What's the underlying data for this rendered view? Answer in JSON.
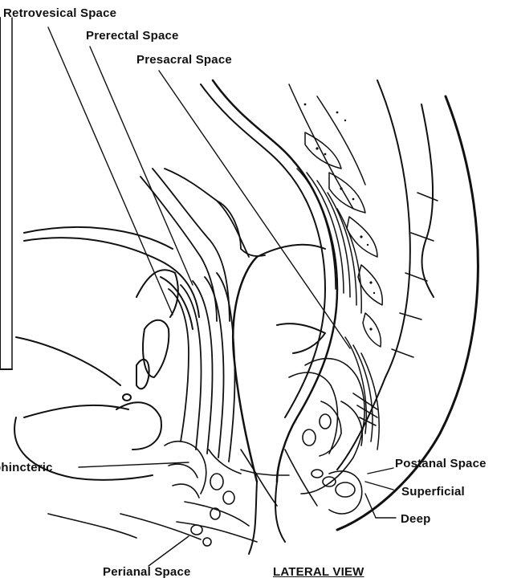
{
  "labels": {
    "retrovesical": "Retrovesical Space",
    "prerectal": "Prerectal Space",
    "presacral": "Presacral Space",
    "postanal": "Postanal Space",
    "superficial": "Superficial",
    "deep": "Deep",
    "intersphincteric": "phincteric",
    "perianal": "Perianal Space",
    "view": "LATERAL VIEW"
  },
  "colors": {
    "ink": "#111111",
    "background": "#ffffff"
  }
}
